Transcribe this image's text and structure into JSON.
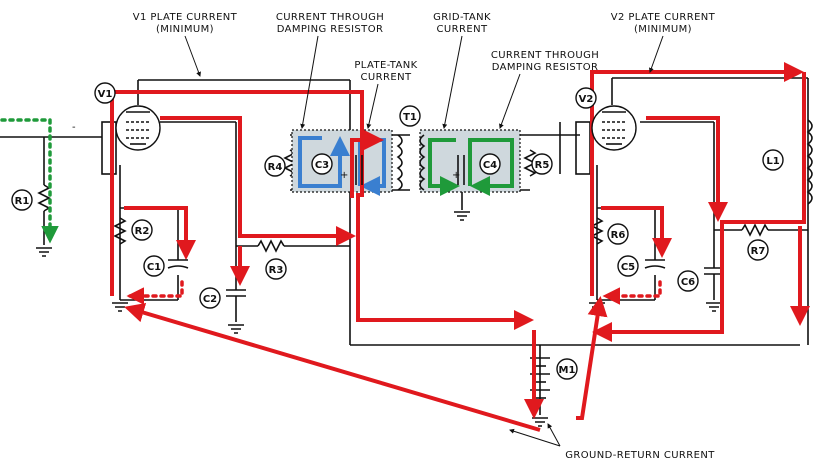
{
  "annotations": {
    "v1_plate_current": [
      "V1 PLATE CURRENT",
      "(MINIMUM)"
    ],
    "damping_left": [
      "CURRENT THROUGH",
      "DAMPING RESISTOR"
    ],
    "plate_tank": [
      "PLATE-TANK",
      "CURRENT"
    ],
    "grid_tank": [
      "GRID-TANK",
      "CURRENT"
    ],
    "damping_right": [
      "CURRENT THROUGH",
      "DAMPING RESISTOR"
    ],
    "v2_plate_current": [
      "V2 PLATE CURRENT",
      "(MINIMUM)"
    ],
    "ground_return": "GROUND-RETURN CURRENT"
  },
  "components": {
    "v1": "V1",
    "v2": "V2",
    "t1": "T1",
    "r1": "R1",
    "r2": "R2",
    "r3": "R3",
    "r4": "R4",
    "r5": "R5",
    "r6": "R6",
    "r7": "R7",
    "c1": "C1",
    "c2": "C2",
    "c3": "C3",
    "c4": "C4",
    "c5": "C5",
    "c6": "C6",
    "l1": "L1",
    "m1": "M1"
  },
  "polarity": {
    "input_minus": "-",
    "plus": "+"
  },
  "colors": {
    "plate_current": "#e0191e",
    "grid_current": "#1f9a3a",
    "plate_tank": "#3a7fd0",
    "grid_tank_fill": "#1f9a3a",
    "wire": "#111111"
  }
}
